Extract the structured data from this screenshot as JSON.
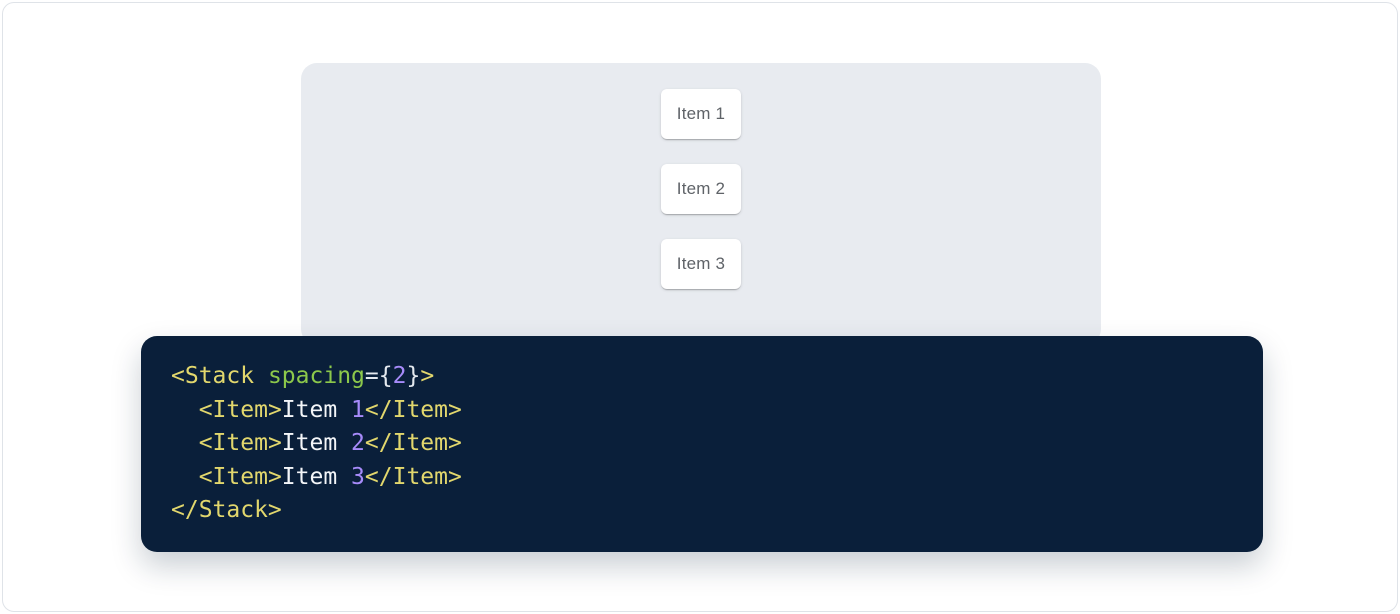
{
  "colors": {
    "page_bg": "#ffffff",
    "page_border": "#dfe3e8",
    "panel_bg": "#e8ebf0",
    "item_bg": "#ffffff",
    "item_text": "#5f6368",
    "code_bg": "#0a1f3a",
    "tok_tag": "#e2d76d",
    "tok_attr": "#8cc84b",
    "tok_punct": "#e4e9ef",
    "tok_num": "#a78bfa",
    "tok_plain": "#f4f6f9"
  },
  "demo": {
    "items": [
      {
        "label": "Item 1"
      },
      {
        "label": "Item 2"
      },
      {
        "label": "Item 3"
      }
    ]
  },
  "code": {
    "lines": [
      {
        "tokens": [
          {
            "c": "tag",
            "v": "<Stack"
          },
          {
            "c": "plain",
            "v": " "
          },
          {
            "c": "attr",
            "v": "spacing"
          },
          {
            "c": "punct",
            "v": "="
          },
          {
            "c": "punct",
            "v": "{"
          },
          {
            "c": "num",
            "v": "2"
          },
          {
            "c": "punct",
            "v": "}"
          },
          {
            "c": "tag",
            "v": ">"
          }
        ]
      },
      {
        "tokens": [
          {
            "c": "plain",
            "v": "  "
          },
          {
            "c": "tag",
            "v": "<Item>"
          },
          {
            "c": "plain",
            "v": "Item "
          },
          {
            "c": "num",
            "v": "1"
          },
          {
            "c": "tag",
            "v": "</Item>"
          }
        ]
      },
      {
        "tokens": [
          {
            "c": "plain",
            "v": "  "
          },
          {
            "c": "tag",
            "v": "<Item>"
          },
          {
            "c": "plain",
            "v": "Item "
          },
          {
            "c": "num",
            "v": "2"
          },
          {
            "c": "tag",
            "v": "</Item>"
          }
        ]
      },
      {
        "tokens": [
          {
            "c": "plain",
            "v": "  "
          },
          {
            "c": "tag",
            "v": "<Item>"
          },
          {
            "c": "plain",
            "v": "Item "
          },
          {
            "c": "num",
            "v": "3"
          },
          {
            "c": "tag",
            "v": "</Item>"
          }
        ]
      },
      {
        "tokens": [
          {
            "c": "tag",
            "v": "</Stack>"
          }
        ]
      }
    ]
  }
}
